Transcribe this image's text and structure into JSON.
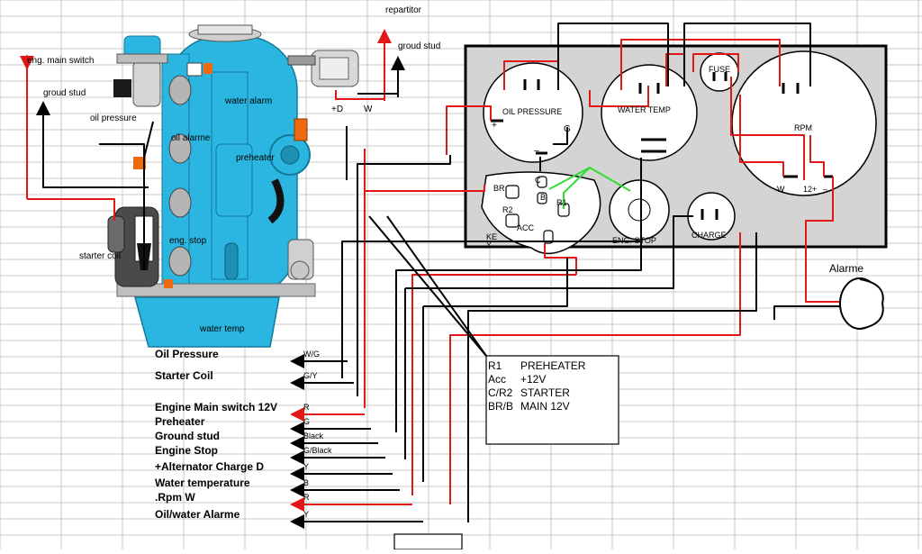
{
  "labels": {
    "repartitor": "repartitor",
    "ground_stud_top": "groud stud",
    "eng_main_switch": "eng. main switch",
    "ground_stud_left": "groud stud",
    "oil_pressure": "oil pressure",
    "oil_alarme": "oil alarme",
    "water_alarm": "water alarm",
    "preheater": "preheater",
    "starter_coil": "starter coil",
    "eng_stop": "eng. stop",
    "water_temp": "water temp",
    "plus_d": "+D",
    "w": "W",
    "alarme": "Alarme"
  },
  "gauges": {
    "oil_pressure": "OIL PRESSURE",
    "water_temp": "WATER TEMP",
    "fuse": "FUSE",
    "rpm": "RPM",
    "rpm_w": "W",
    "rpm_12": "12+",
    "rpm_minus": "–",
    "plus": "+",
    "g": "G",
    "minus": "–",
    "eng_stop": "ENG. STOP",
    "charge": "CHARGE"
  },
  "key": {
    "br": "BR",
    "c": "C",
    "b": "B",
    "r2": "R2",
    "r1": "R1",
    "acc": "ACC",
    "ke": "KE",
    "y": "Y"
  },
  "legend": [
    {
      "code": "R1",
      "desc": "PREHEATER"
    },
    {
      "code": "Acc",
      "desc": "+12V"
    },
    {
      "code": "C/R2",
      "desc": "STARTER"
    },
    {
      "code": "BR/B",
      "desc": "MAIN 12V"
    }
  ],
  "harness": [
    {
      "name": "Oil Pressure",
      "color": "W/G"
    },
    {
      "name": "Starter Coil",
      "color": "G/Y"
    },
    {
      "name": "Engine Main switch 12V",
      "color": "R"
    },
    {
      "name": "Preheater",
      "color": "G"
    },
    {
      "name": "Ground stud",
      "color": "Black"
    },
    {
      "name": "Engine Stop",
      "color": "G/Black"
    },
    {
      "name": "+Alternator Charge D",
      "color": "Y"
    },
    {
      "name": "Water temperature",
      "color": "B"
    },
    {
      ".Rpm W": "",
      "name": ".Rpm W",
      "color": "R"
    },
    {
      "name": "Oil/water Alarme",
      "color": "Y"
    }
  ],
  "colors": {
    "engine": "#2ab6e0",
    "panel": "#d4d4d4",
    "wire_red": "#e01818",
    "wire_black": "#000000",
    "wire_green": "#33dd33",
    "orange": "#ee6a10",
    "grid": "#c8c8c8"
  }
}
